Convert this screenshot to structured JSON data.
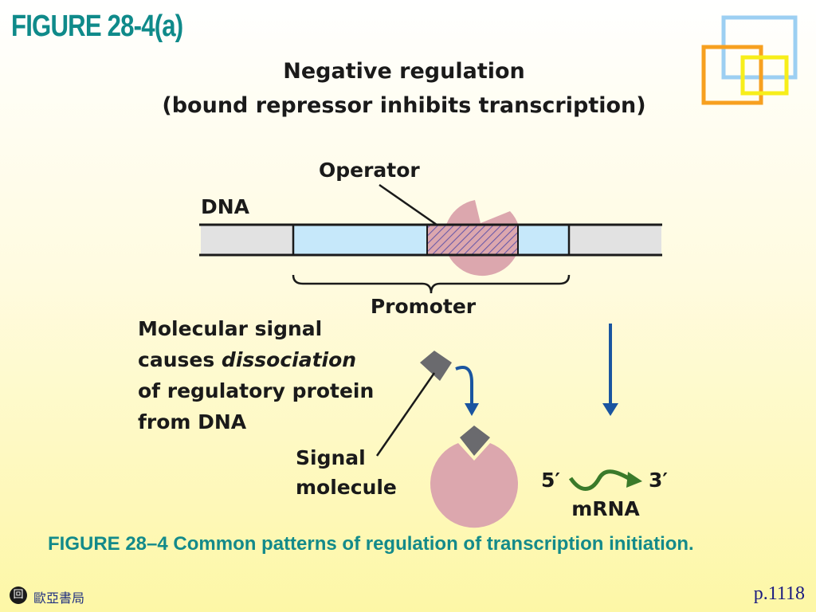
{
  "slide": {
    "title": "FIGURE 28-4(a)",
    "page_number": "p.1118"
  },
  "diagram": {
    "heading_line1": "Negative regulation",
    "heading_line2": "(bound repressor inhibits transcription)",
    "labels": {
      "operator": "Operator",
      "dna": "DNA",
      "promoter": "Promoter",
      "signal_line1": "Molecular signal",
      "signal_line2_plain": "causes ",
      "signal_line2_italic": "dissociation",
      "signal_line3": "of regulatory protein",
      "signal_line4": "from DNA",
      "signal_molecule_line1": "Signal",
      "signal_molecule_line2": "molecule",
      "five_prime": "5′",
      "three_prime": "3′",
      "mrna": "mRNA"
    },
    "colors": {
      "dna_grey": "#e2e2e2",
      "promoter_blue": "#c6e8fa",
      "repressor_pink": "#dca7ae",
      "operator_hatch": "#6a5aa8",
      "signal_grey": "#6a6a6e",
      "arrow_blue": "#1a55a0",
      "mrna_green": "#3a7a2a"
    }
  },
  "caption": {
    "text": "FIGURE 28–4 Common patterns of regulation of transcription initiation."
  },
  "footer": {
    "logo_glyph": "回",
    "publisher": "歐亞書局"
  }
}
